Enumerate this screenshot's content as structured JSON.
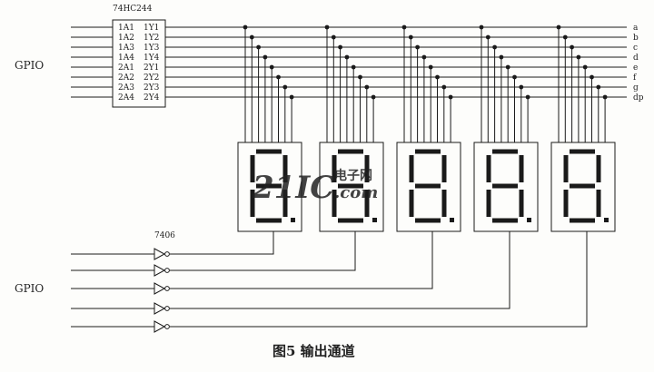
{
  "buffer_chip": {
    "title": "74HC244",
    "inputs": [
      "1A1",
      "1A2",
      "1A3",
      "1A4",
      "2A1",
      "2A2",
      "2A3",
      "2A4"
    ],
    "outputs": [
      "1Y1",
      "1Y2",
      "1Y3",
      "1Y4",
      "2Y1",
      "2Y2",
      "2Y3",
      "2Y4"
    ]
  },
  "driver_chip": {
    "title": "7406"
  },
  "gpio_top": "GPIO",
  "gpio_bottom": "GPIO",
  "segment_labels": [
    "a",
    "b",
    "c",
    "d",
    "e",
    "f",
    "g",
    "dp"
  ],
  "display_count": 5,
  "watermark": {
    "main": "21IC",
    "cn": "电子网",
    "suffix": ".com"
  },
  "caption": "图5  输出通道",
  "colors": {
    "ink": "#1a1a1a",
    "watermark": "#e8434c"
  }
}
